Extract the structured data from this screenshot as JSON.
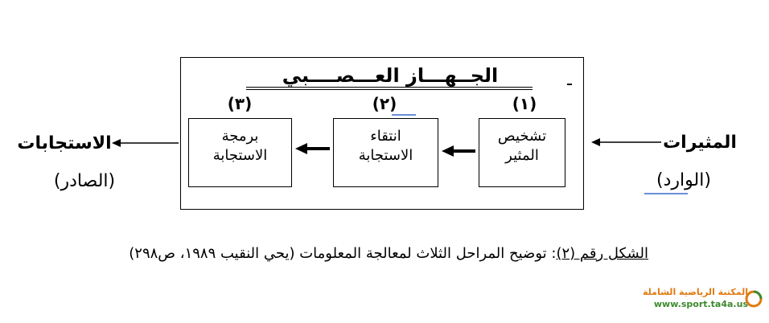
{
  "diagram": {
    "title": "الجــهـــاز العـــصــــبي",
    "stages": [
      {
        "number": "(١)",
        "line1": "تشخيص",
        "line2": "المثير"
      },
      {
        "number": "(٢)",
        "line1": "انتقاء",
        "line2": "الاستجابة"
      },
      {
        "number": "(٣)",
        "line1": "برمجة",
        "line2": "الاستجابة"
      }
    ],
    "input": {
      "label": "المثيرات",
      "sub": "(الوارد)"
    },
    "output": {
      "label": "الاستجابات",
      "sub": "(الصادر)"
    }
  },
  "caption": {
    "head": "الشكل رقم (٢)",
    "body": ": توضيح المراحل الثلاث لمعالجة المعلومات (يحي النقيب ١٩٨٩، ص٢٩٨)"
  },
  "watermark": {
    "name": "المكتبة الرياضية الشاملة",
    "url": "www.sport.ta4a.us",
    "colors": {
      "name": "#e07a10",
      "url": "#3c8a2e"
    }
  }
}
